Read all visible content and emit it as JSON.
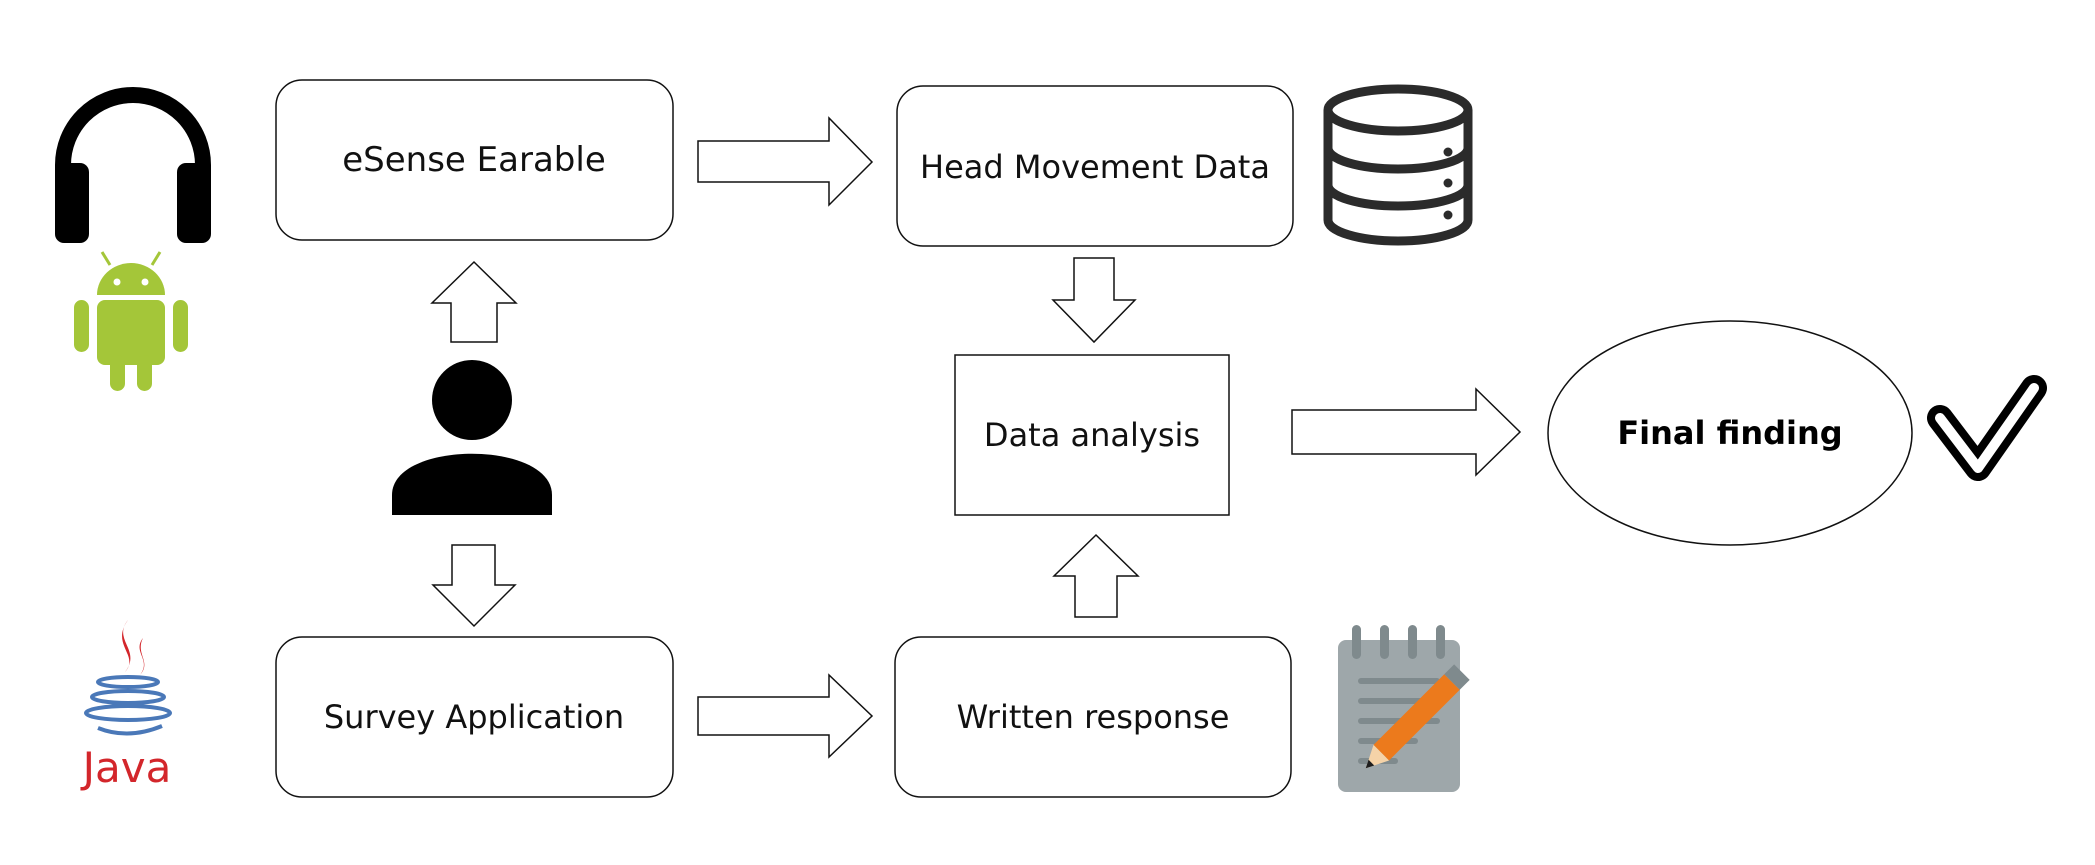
{
  "nodes": {
    "esense_earable": "eSense Earable",
    "head_movement_data": "Head Movement Data",
    "data_analysis": "Data analysis",
    "final_finding": "Final finding",
    "survey_application": "Survey Application",
    "written_response": "Written response"
  },
  "icons": {
    "headphones": "headphones-icon",
    "android": "android-icon",
    "person": "person-icon",
    "java": "java-logo",
    "java_text": "Java",
    "database": "database-icon",
    "notepad": "notepad-pencil-icon",
    "checkmark": "checkmark-icon"
  },
  "colors": {
    "stroke": "#111111",
    "android_green": "#a4c639",
    "java_red": "#d3262b",
    "java_blue": "#4a78b8",
    "database_gray": "#2b2b2b",
    "notepad_gray": "#9ea7aa",
    "notepad_dark": "#7f8a8d",
    "pencil_orange": "#ec7a1c"
  }
}
